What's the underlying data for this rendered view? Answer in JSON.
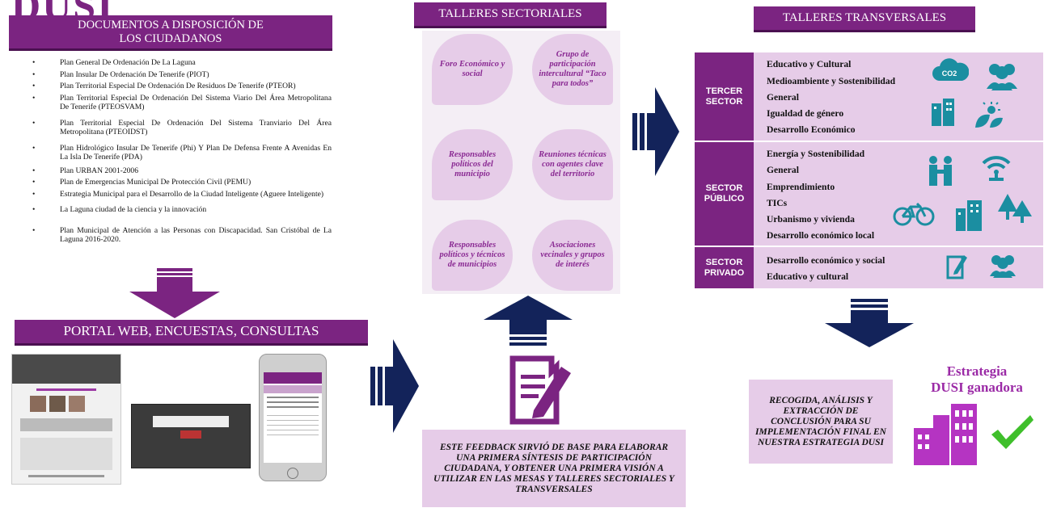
{
  "brand": {
    "title": "DUSI"
  },
  "documents": {
    "header": "DOCUMENTOS A DISPOSICIÓN DE LOS CIUDADANOS",
    "items": [
      "Plan General De Ordenación De La Laguna",
      "Plan Insular De Ordenación De Tenerife (PIOT)",
      "Plan Territorial Especial De Ordenación De Residuos De Tenerife (PTEOR)",
      "Plan Territorial Especial De Ordenación Del Sistema Viario Del Área Metropolitana De Tenerife (PTEOSVAM)",
      "Plan Territorial Especial De Ordenación Del Sistema Tranviario Del Área Metropolitana (PTEOIDST)",
      "Plan Hidrológico Insular De Tenerife (Phi) Y Plan De Defensa Frente A Avenidas En La Isla De Tenerife (PDA)",
      "Plan URBAN 2001-2006",
      "Plan de Emergencias Municipal De Protección Civil (PEMU)",
      "Estrategia Municipal para el Desarrollo de la Ciudad Inteligente (Aguere Inteligente)",
      "La Laguna ciudad de la ciencia y la innovación",
      "Plan Municipal de Atención a las Personas con Discapacidad. San Cristóbal de La Laguna 2016-2020."
    ]
  },
  "portal": {
    "header": "PORTAL WEB, ENCUESTAS, CONSULTAS"
  },
  "sectoriales": {
    "header": "TALLERES SECTORIALES",
    "bubbles": [
      "Foro Económico y social",
      "Grupo de participación intercultural “Taco para todos”",
      "Responsables políticos del municipio",
      "Reuniones técnicas con agentes clave del territorio",
      "Responsables políticos y técnicos de municipios",
      "Asociaciones vecinales y grupos de interés"
    ]
  },
  "feedback": {
    "text": "ESTE FEEDBACK SIRVIÓ DE BASE PARA ELABORAR UNA PRIMERA SÍNTESIS DE PARTICIPACIÓN CIUDADANA, Y OBTENER UNA PRIMERA VISIÓN A UTILIZAR EN LAS MESAS Y TALLERES SECTORIALES Y TRANSVERSALES"
  },
  "transversales": {
    "header": "TALLERES TRANSVERSALES",
    "sectors": [
      {
        "label": "TERCER SECTOR",
        "items": [
          "Educativo y Cultural",
          "Medioambiente y Sostenibilidad",
          "General",
          "Igualdad de género",
          "Desarrollo Económico"
        ]
      },
      {
        "label": "SECTOR PÚBLICO",
        "items": [
          "Energía y Sostenibilidad",
          "General",
          "Emprendimiento",
          "TICs",
          "Urbanismo y vivienda",
          "Desarrollo económico local"
        ]
      },
      {
        "label": "SECTOR PRIVADO",
        "items": [
          "Desarrollo económico y social",
          "Educativo y cultural"
        ]
      }
    ],
    "co2_label": "CO2"
  },
  "result": {
    "text": "RECOGIDA, ANÁLISIS Y EXTRACCIÓN DE CONCLUSIÓN PARA SU IMPLEMENTACIÓN FINAL EN NUESTRA ESTRATEGIA DUSI",
    "title_line1": "Estrategia",
    "title_line2": "DUSI ganadora"
  },
  "colors": {
    "purple": "#7b2481",
    "lilac": "#e6cce8",
    "navy": "#13235a",
    "teal": "#1b8ea1"
  }
}
